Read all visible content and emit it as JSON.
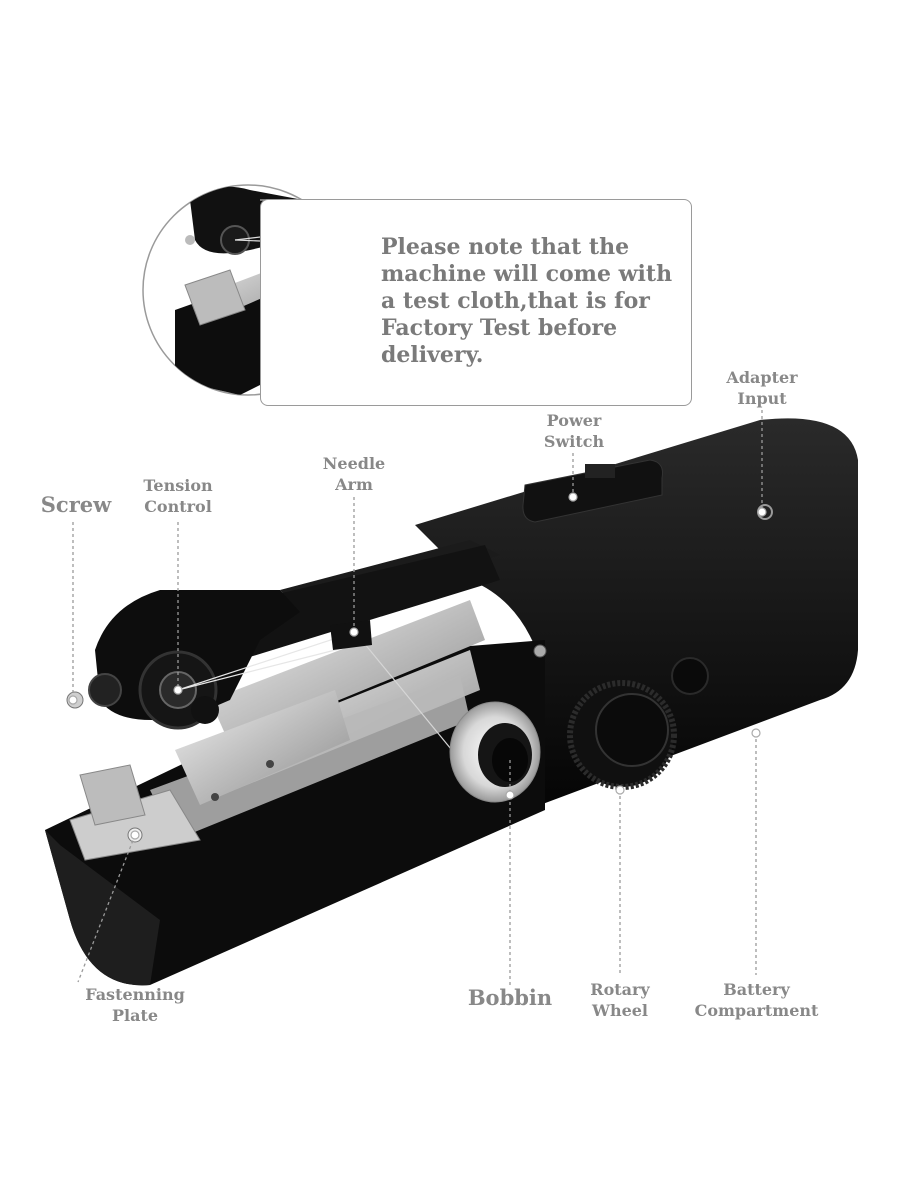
{
  "note": {
    "lines": [
      "Please note that the",
      "machine will come with",
      "a test cloth,that is for",
      "Factory Test before",
      "delivery."
    ]
  },
  "labels": {
    "screw": "Screw",
    "tension_control": [
      "Tension",
      "Control"
    ],
    "needle_arm": [
      "Needle",
      "Arm"
    ],
    "power_switch": [
      "Power",
      "Switch"
    ],
    "adapter_input": [
      "Adapter",
      "Input"
    ],
    "fastening_plate": [
      "Fastenning",
      "Plate"
    ],
    "bobbin": "Bobbin",
    "rotary_wheel": [
      "Rotary",
      "Wheel"
    ],
    "battery_compartment": [
      "Battery",
      "Compartment"
    ]
  },
  "colors": {
    "body": "#0d0d0d",
    "metal": "#c9c9c9",
    "label_text": "#888888",
    "note_text": "#7a7a7a",
    "leader_line": "#9a9a9a"
  }
}
